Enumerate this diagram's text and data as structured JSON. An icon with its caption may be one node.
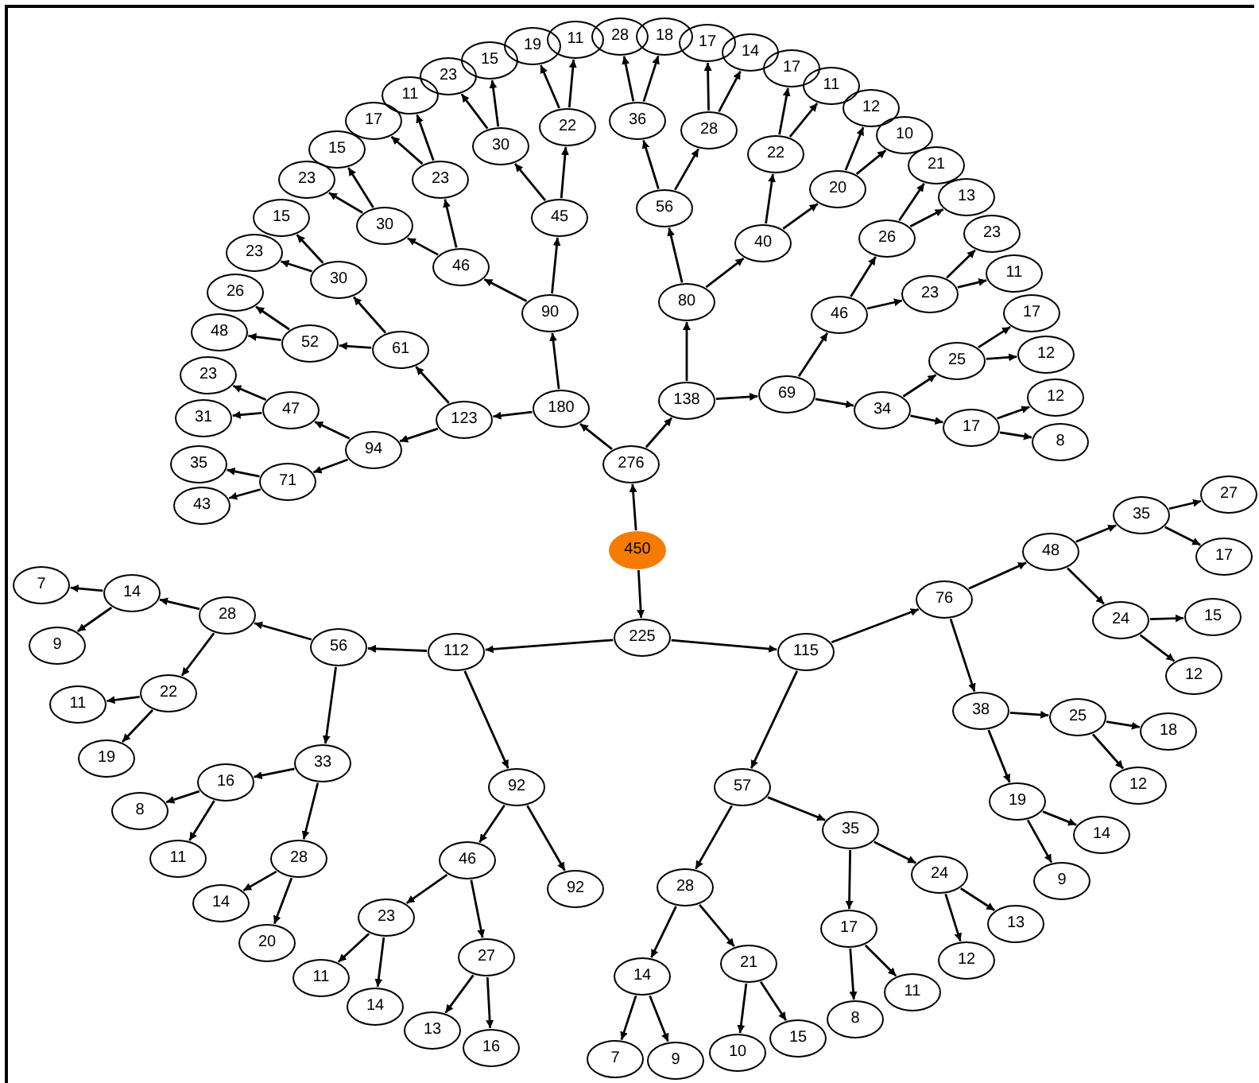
{
  "diagram": {
    "nodes": [
      {
        "text": [
          "450"
        ]
      },
      {
        "text": [
          "276"
        ]
      },
      {
        "text": [
          "180"
        ]
      },
      {
        "text": [
          "90"
        ]
      },
      {
        "text": [
          "46"
        ]
      },
      {
        "text": [
          "30"
        ]
      },
      {
        "text": [
          "23"
        ]
      },
      {
        "text": [
          "15"
        ]
      },
      {
        "text": [
          "23"
        ]
      },
      {
        "text": [
          "17"
        ]
      },
      {
        "text": [
          "11"
        ]
      },
      {
        "text": [
          "45"
        ]
      },
      {
        "text": [
          "30"
        ]
      },
      {
        "text": [
          "23"
        ]
      },
      {
        "text": [
          "15"
        ]
      },
      {
        "text": [
          "22"
        ]
      },
      {
        "text": [
          "19"
        ]
      },
      {
        "text": [
          "11"
        ]
      },
      {
        "text": [
          "123"
        ]
      },
      {
        "text": [
          "61"
        ]
      },
      {
        "text": [
          "30"
        ]
      },
      {
        "text": [
          "23"
        ]
      },
      {
        "text": [
          "15"
        ]
      },
      {
        "text": [
          "52"
        ]
      },
      {
        "text": [
          "26"
        ]
      },
      {
        "text": [
          "48"
        ]
      },
      {
        "text": [
          "94"
        ]
      },
      {
        "text": [
          "47"
        ]
      },
      {
        "text": [
          "23"
        ]
      },
      {
        "text": [
          "31"
        ]
      },
      {
        "text": [
          "71"
        ]
      },
      {
        "text": [
          "35"
        ]
      },
      {
        "text": [
          "43"
        ]
      },
      {
        "text": [
          "138"
        ]
      },
      {
        "text": [
          "80"
        ]
      },
      {
        "text": [
          "56"
        ]
      },
      {
        "text": [
          "36"
        ]
      },
      {
        "text": [
          "28"
        ]
      },
      {
        "text": [
          "18"
        ]
      },
      {
        "text": [
          "28"
        ]
      },
      {
        "text": [
          "17"
        ]
      },
      {
        "text": [
          "14"
        ]
      },
      {
        "text": [
          "40"
        ]
      },
      {
        "text": [
          "22"
        ]
      },
      {
        "text": [
          "17"
        ]
      },
      {
        "text": [
          "11"
        ]
      },
      {
        "text": [
          "20"
        ]
      },
      {
        "text": [
          "12"
        ]
      },
      {
        "text": [
          "10"
        ]
      },
      {
        "text": [
          "69"
        ]
      },
      {
        "text": [
          "46"
        ]
      },
      {
        "text": [
          "26"
        ]
      },
      {
        "text": [
          "21"
        ]
      },
      {
        "text": [
          "13"
        ]
      },
      {
        "text": [
          "23"
        ]
      },
      {
        "text": [
          "23"
        ]
      },
      {
        "text": [
          "11"
        ]
      },
      {
        "text": [
          "34"
        ]
      },
      {
        "text": [
          "25"
        ]
      },
      {
        "text": [
          "17"
        ]
      },
      {
        "text": [
          "12"
        ]
      },
      {
        "text": [
          "17"
        ]
      },
      {
        "text": [
          "12"
        ]
      },
      {
        "text": [
          "8"
        ]
      },
      {
        "text": [
          "225"
        ]
      },
      {
        "text": [
          "112"
        ]
      },
      {
        "text": [
          "56"
        ]
      },
      {
        "text": [
          "28"
        ]
      },
      {
        "text": [
          "14"
        ]
      },
      {
        "text": [
          "7"
        ]
      },
      {
        "text": [
          "9"
        ]
      },
      {
        "text": [
          "22"
        ]
      },
      {
        "text": [
          "11"
        ]
      },
      {
        "text": [
          "19"
        ]
      },
      {
        "text": [
          "33"
        ]
      },
      {
        "text": [
          "16"
        ]
      },
      {
        "text": [
          "8"
        ]
      },
      {
        "text": [
          "11"
        ]
      },
      {
        "text": [
          "28"
        ]
      },
      {
        "text": [
          "14"
        ]
      },
      {
        "text": [
          "20"
        ]
      },
      {
        "text": [
          "92"
        ]
      },
      {
        "text": [
          "46"
        ]
      },
      {
        "text": [
          "23"
        ]
      },
      {
        "text": [
          "11"
        ]
      },
      {
        "text": [
          "14"
        ]
      },
      {
        "text": [
          "27"
        ]
      },
      {
        "text": [
          "13"
        ]
      },
      {
        "text": [
          "16"
        ]
      },
      {
        "text": [
          "92"
        ]
      },
      {
        "text": [
          "115"
        ]
      },
      {
        "text": [
          "57"
        ]
      },
      {
        "text": [
          "28"
        ]
      },
      {
        "text": [
          "14"
        ]
      },
      {
        "text": [
          "7"
        ]
      },
      {
        "text": [
          "9"
        ]
      },
      {
        "text": [
          "21"
        ]
      },
      {
        "text": [
          "10"
        ]
      },
      {
        "text": [
          "15"
        ]
      },
      {
        "text": [
          "35"
        ]
      },
      {
        "text": [
          "17"
        ]
      },
      {
        "text": [
          "8"
        ]
      },
      {
        "text": [
          "11"
        ]
      },
      {
        "text": [
          "24"
        ]
      },
      {
        "text": [
          "12"
        ]
      },
      {
        "text": [
          "13"
        ]
      },
      {
        "text": [
          "76"
        ]
      },
      {
        "text": [
          "48"
        ]
      },
      {
        "text": [
          "35"
        ]
      },
      {
        "text": [
          "27"
        ]
      },
      {
        "text": [
          "17"
        ]
      },
      {
        "text": [
          "24"
        ]
      },
      {
        "text": [
          "15"
        ]
      },
      {
        "text": [
          "12"
        ]
      },
      {
        "text": [
          "38"
        ]
      },
      {
        "text": [
          "25"
        ]
      },
      {
        "text": [
          "18"
        ]
      },
      {
        "text": [
          "12"
        ]
      },
      {
        "text": [
          "19"
        ]
      },
      {
        "text": [
          "14"
        ]
      },
      {
        "text": [
          "9"
        ]
      }
    ],
    "edges": [
      {
        "from": 0,
        "to": 1,
        "arrow": "to"
      },
      {
        "from": 0,
        "to": 64,
        "arrow": "to"
      },
      {
        "from": 1,
        "to": 2,
        "arrow": "to"
      },
      {
        "from": 1,
        "to": 33,
        "arrow": "to"
      },
      {
        "from": 2,
        "to": 3,
        "arrow": "to"
      },
      {
        "from": 2,
        "to": 18,
        "arrow": "to"
      },
      {
        "from": 3,
        "to": 4,
        "arrow": "to"
      },
      {
        "from": 3,
        "to": 11,
        "arrow": "to"
      },
      {
        "from": 4,
        "to": 5,
        "arrow": "to"
      },
      {
        "from": 4,
        "to": 8,
        "arrow": "to"
      },
      {
        "from": 5,
        "to": 6,
        "arrow": "to"
      },
      {
        "from": 5,
        "to": 7,
        "arrow": "to"
      },
      {
        "from": 8,
        "to": 9,
        "arrow": "to"
      },
      {
        "from": 8,
        "to": 10,
        "arrow": "to"
      },
      {
        "from": 11,
        "to": 12,
        "arrow": "to"
      },
      {
        "from": 11,
        "to": 15,
        "arrow": "to"
      },
      {
        "from": 12,
        "to": 13,
        "arrow": "to"
      },
      {
        "from": 12,
        "to": 14,
        "arrow": "to"
      },
      {
        "from": 15,
        "to": 16,
        "arrow": "to"
      },
      {
        "from": 15,
        "to": 17,
        "arrow": "to"
      },
      {
        "from": 18,
        "to": 19,
        "arrow": "to"
      },
      {
        "from": 18,
        "to": 26,
        "arrow": "to"
      },
      {
        "from": 19,
        "to": 20,
        "arrow": "to"
      },
      {
        "from": 19,
        "to": 23,
        "arrow": "to"
      },
      {
        "from": 20,
        "to": 21,
        "arrow": "to"
      },
      {
        "from": 20,
        "to": 22,
        "arrow": "to"
      },
      {
        "from": 23,
        "to": 24,
        "arrow": "to"
      },
      {
        "from": 23,
        "to": 25,
        "arrow": "to"
      },
      {
        "from": 26,
        "to": 27,
        "arrow": "to"
      },
      {
        "from": 26,
        "to": 30,
        "arrow": "to"
      },
      {
        "from": 27,
        "to": 28,
        "arrow": "to"
      },
      {
        "from": 27,
        "to": 29,
        "arrow": "to"
      },
      {
        "from": 30,
        "to": 31,
        "arrow": "to"
      },
      {
        "from": 30,
        "to": 32,
        "arrow": "to"
      },
      {
        "from": 33,
        "to": 34,
        "arrow": "to"
      },
      {
        "from": 33,
        "to": 49,
        "arrow": "to"
      },
      {
        "from": 34,
        "to": 35,
        "arrow": "to"
      },
      {
        "from": 34,
        "to": 42,
        "arrow": "to"
      },
      {
        "from": 35,
        "to": 36,
        "arrow": "to"
      },
      {
        "from": 35,
        "to": 39,
        "arrow": "to"
      },
      {
        "from": 36,
        "to": 37,
        "arrow": "to"
      },
      {
        "from": 36,
        "to": 38,
        "arrow": "to"
      },
      {
        "from": 39,
        "to": 40,
        "arrow": "to"
      },
      {
        "from": 39,
        "to": 41,
        "arrow": "to"
      },
      {
        "from": 42,
        "to": 43,
        "arrow": "to"
      },
      {
        "from": 42,
        "to": 46,
        "arrow": "to"
      },
      {
        "from": 43,
        "to": 44,
        "arrow": "to"
      },
      {
        "from": 43,
        "to": 45,
        "arrow": "to"
      },
      {
        "from": 46,
        "to": 47,
        "arrow": "to"
      },
      {
        "from": 46,
        "to": 48,
        "arrow": "to"
      },
      {
        "from": 49,
        "to": 50,
        "arrow": "to"
      },
      {
        "from": 49,
        "to": 57,
        "arrow": "to"
      },
      {
        "from": 50,
        "to": 51,
        "arrow": "to"
      },
      {
        "from": 50,
        "to": 54,
        "arrow": "to"
      },
      {
        "from": 51,
        "to": 52,
        "arrow": "to"
      },
      {
        "from": 51,
        "to": 53,
        "arrow": "to"
      },
      {
        "from": 54,
        "to": 55,
        "arrow": "to"
      },
      {
        "from": 54,
        "to": 56,
        "arrow": "to"
      },
      {
        "from": 57,
        "to": 58,
        "arrow": "to"
      },
      {
        "from": 57,
        "to": 61,
        "arrow": "to"
      },
      {
        "from": 58,
        "to": 59,
        "arrow": "to"
      },
      {
        "from": 58,
        "to": 60,
        "arrow": "to"
      },
      {
        "from": 61,
        "to": 62,
        "arrow": "to"
      },
      {
        "from": 61,
        "to": 63,
        "arrow": "to"
      },
      {
        "from": 64,
        "to": 65,
        "arrow": "to"
      },
      {
        "from": 64,
        "to": 90,
        "arrow": "to"
      },
      {
        "from": 65,
        "to": 66,
        "arrow": "to"
      },
      {
        "from": 65,
        "to": 81,
        "arrow": "to"
      },
      {
        "from": 66,
        "to": 67,
        "arrow": "to"
      },
      {
        "from": 66,
        "to": 74,
        "arrow": "to"
      },
      {
        "from": 67,
        "to": 68,
        "arrow": "to"
      },
      {
        "from": 67,
        "to": 71,
        "arrow": "to"
      },
      {
        "from": 68,
        "to": 69,
        "arrow": "to"
      },
      {
        "from": 68,
        "to": 70,
        "arrow": "to"
      },
      {
        "from": 71,
        "to": 72,
        "arrow": "to"
      },
      {
        "from": 71,
        "to": 73,
        "arrow": "to"
      },
      {
        "from": 74,
        "to": 75,
        "arrow": "to"
      },
      {
        "from": 74,
        "to": 78,
        "arrow": "to"
      },
      {
        "from": 75,
        "to": 76,
        "arrow": "to"
      },
      {
        "from": 75,
        "to": 77,
        "arrow": "to"
      },
      {
        "from": 78,
        "to": 79,
        "arrow": "to"
      },
      {
        "from": 78,
        "to": 80,
        "arrow": "to"
      },
      {
        "from": 81,
        "to": 82,
        "arrow": "to"
      },
      {
        "from": 81,
        "to": 89,
        "arrow": "to"
      },
      {
        "from": 82,
        "to": 83,
        "arrow": "to"
      },
      {
        "from": 82,
        "to": 86,
        "arrow": "to"
      },
      {
        "from": 83,
        "to": 84,
        "arrow": "to"
      },
      {
        "from": 83,
        "to": 85,
        "arrow": "to"
      },
      {
        "from": 86,
        "to": 87,
        "arrow": "to"
      },
      {
        "from": 86,
        "to": 88,
        "arrow": "to"
      },
      {
        "from": 90,
        "to": 91,
        "arrow": "to"
      },
      {
        "from": 90,
        "to": 106,
        "arrow": "to"
      },
      {
        "from": 91,
        "to": 92,
        "arrow": "to"
      },
      {
        "from": 91,
        "to": 99,
        "arrow": "to"
      },
      {
        "from": 92,
        "to": 93,
        "arrow": "to"
      },
      {
        "from": 92,
        "to": 96,
        "arrow": "to"
      },
      {
        "from": 93,
        "to": 94,
        "arrow": "to"
      },
      {
        "from": 93,
        "to": 95,
        "arrow": "to"
      },
      {
        "from": 96,
        "to": 97,
        "arrow": "to"
      },
      {
        "from": 96,
        "to": 98,
        "arrow": "to"
      },
      {
        "from": 99,
        "to": 100,
        "arrow": "to"
      },
      {
        "from": 99,
        "to": 103,
        "arrow": "to"
      },
      {
        "from": 100,
        "to": 101,
        "arrow": "to"
      },
      {
        "from": 100,
        "to": 102,
        "arrow": "to"
      },
      {
        "from": 103,
        "to": 104,
        "arrow": "to"
      },
      {
        "from": 103,
        "to": 105,
        "arrow": "to"
      },
      {
        "from": 106,
        "to": 107,
        "arrow": "to"
      },
      {
        "from": 106,
        "to": 114,
        "arrow": "to"
      },
      {
        "from": 107,
        "to": 108,
        "arrow": "to"
      },
      {
        "from": 107,
        "to": 111,
        "arrow": "to"
      },
      {
        "from": 108,
        "to": 109,
        "arrow": "to"
      },
      {
        "from": 108,
        "to": 110,
        "arrow": "to"
      },
      {
        "from": 111,
        "to": 112,
        "arrow": "to"
      },
      {
        "from": 111,
        "to": 113,
        "arrow": "to"
      },
      {
        "from": 114,
        "to": 115,
        "arrow": "to"
      },
      {
        "from": 114,
        "to": 118,
        "arrow": "to"
      },
      {
        "from": 115,
        "to": 116,
        "arrow": "to"
      },
      {
        "from": 115,
        "to": 117,
        "arrow": "to"
      },
      {
        "from": 118,
        "to": 119,
        "arrow": "to"
      },
      {
        "from": 118,
        "to": 120,
        "arrow": "to"
      }
    ]
  }
}
